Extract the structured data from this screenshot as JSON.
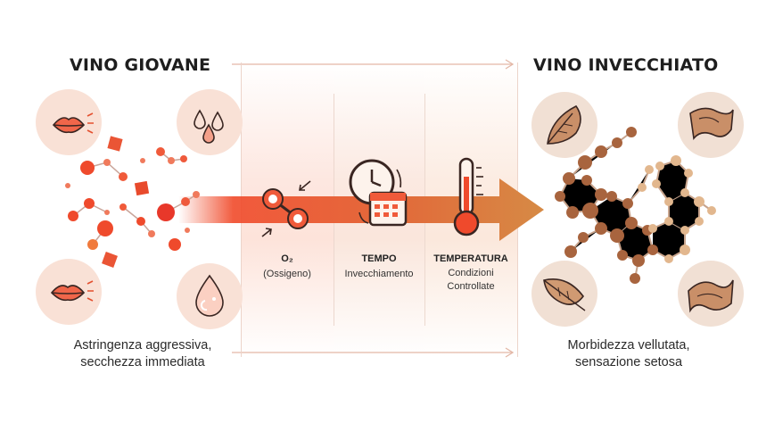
{
  "left": {
    "title": "VINO GIOVANE",
    "description_line1": "Astringenza aggressiva,",
    "description_line2": "secchezza immediata"
  },
  "right": {
    "title": "VINO INVECCHIATO",
    "description_line1": "Morbidezza vellutata,",
    "description_line2": "sensazione setosa"
  },
  "factors": [
    {
      "title": "O₂",
      "line1": "(Ossigeno)",
      "line2": "",
      "icon": "oxygen-molecule-icon"
    },
    {
      "title": "TEMPO",
      "line1": "Invecchiamento",
      "line2": "",
      "icon": "clock-calendar-icon"
    },
    {
      "title": "TEMPERATURA",
      "line1": "Condizioni",
      "line2": "Controllate",
      "icon": "thermometer-icon"
    }
  ],
  "colors": {
    "young_accent": "#e8482e",
    "aged_accent": "#b5764a",
    "arrow_start": "#f04a2a",
    "arrow_end": "#d68a45",
    "circle_bg": "#f9e2d8"
  }
}
